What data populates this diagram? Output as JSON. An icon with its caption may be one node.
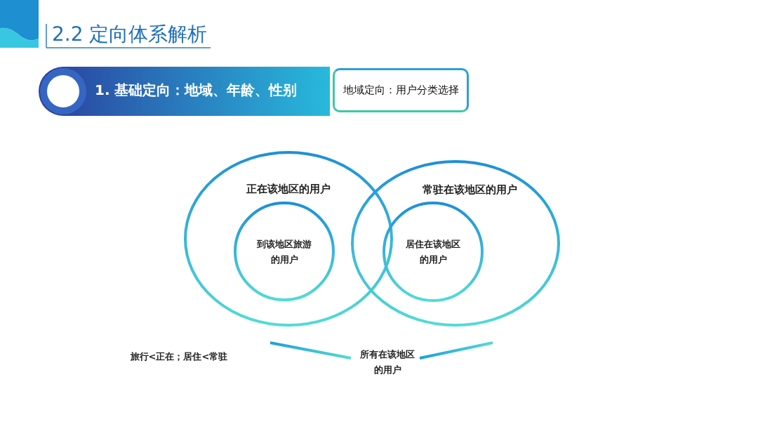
{
  "diagram": {
    "title": "2.2 定向体系解析",
    "nodes": [
      {
        "text": [
          "1. 基础定向：地域、年龄、性别"
        ]
      },
      {
        "text": [
          "地域定向：用户分类选择"
        ]
      },
      {
        "text": [
          "正在该地区的用户"
        ]
      },
      {
        "text": [
          "到该地区旅游的用户"
        ],
        "in": 2
      },
      {
        "text": [
          "常驻在该地区的用户"
        ]
      },
      {
        "text": [
          "居住在该地区的用户"
        ],
        "in": 4
      }
    ],
    "edges": [],
    "labels": [
      "旅行<正在；居住<常驻",
      "所有在该地区的用户"
    ]
  }
}
